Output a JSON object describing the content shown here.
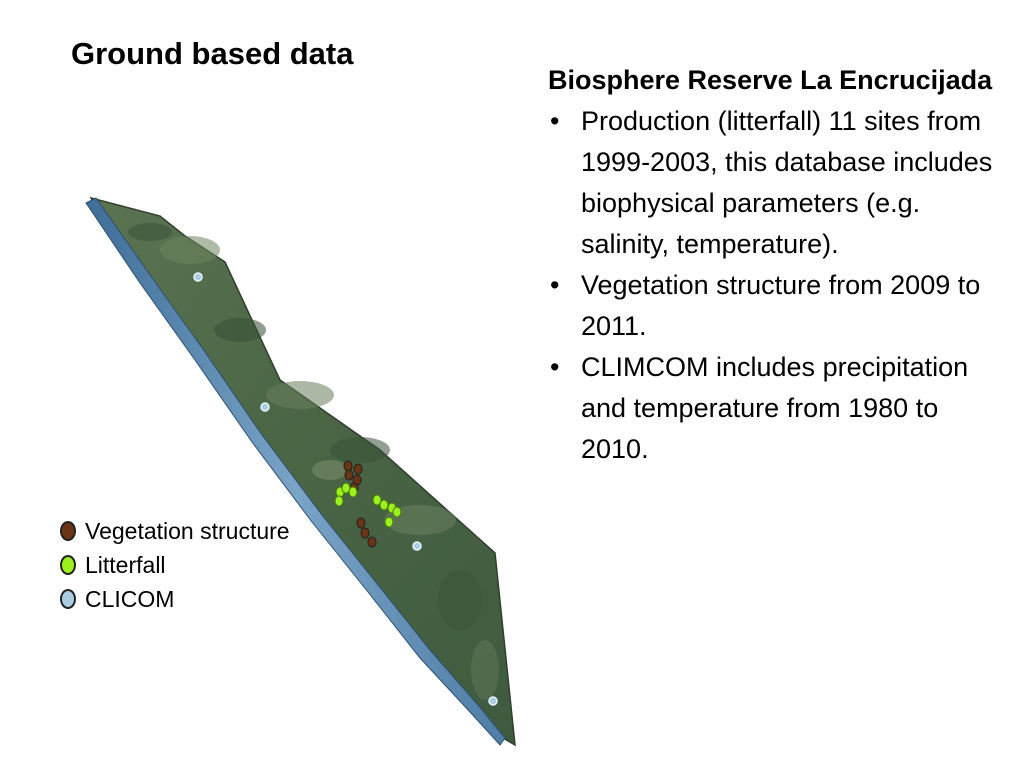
{
  "page": {
    "title": "Ground based data"
  },
  "colors": {
    "vegetation_structure": "#6b3416",
    "litterfall": "#9cf01e",
    "clicom": "#a9cde2",
    "land_fill": "#4e6a45",
    "coastal_strip": "#5a86ae"
  },
  "legend": {
    "items": [
      {
        "label": "Vegetation structure",
        "color": "#6b3416",
        "series": "vegetation_structure"
      },
      {
        "label": "Litterfall",
        "color": "#9cf01e",
        "series": "litterfall"
      },
      {
        "label": "CLICOM",
        "color": "#a9cde2",
        "series": "clicom"
      }
    ]
  },
  "panel": {
    "heading": "Biosphere Reserve La Encrucijada",
    "bullet_glyph": "•",
    "bullets": [
      {
        "text": "Production (litterfall) 11 sites from 1999-2003, this database includes biophysical parameters (e.g. salinity, temperature)."
      },
      {
        "text": "Vegetation structure from 2009 to 2011."
      },
      {
        "text": "CLIMCOM includes precipitation and temperature from 1980 to 2010."
      }
    ]
  }
}
